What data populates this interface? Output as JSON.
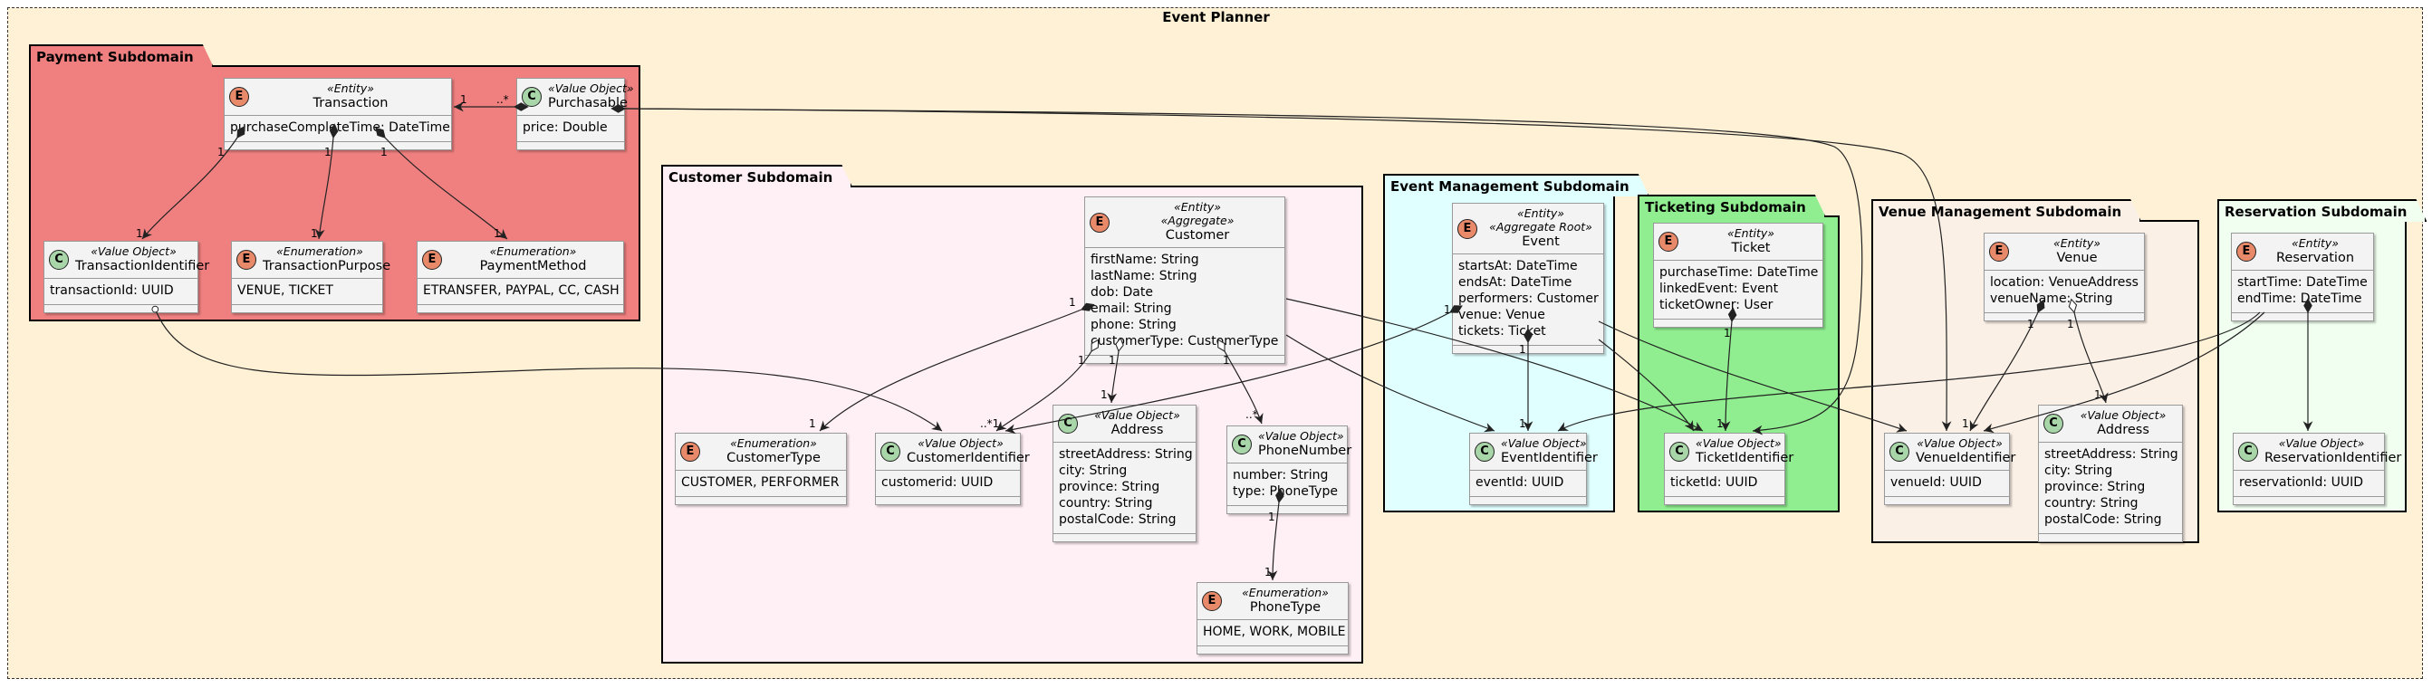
{
  "frame": {
    "title": "Event Planner"
  },
  "packages": {
    "payment": "Payment Subdomain",
    "customer": "Customer Subdomain",
    "event": "Event Management Subdomain",
    "ticketing": "Ticketing Subdomain",
    "venue": "Venue Management Subdomain",
    "reservation": "Reservation Subdomain"
  },
  "classes": {
    "transaction": {
      "badge": "E",
      "stereotypes": [
        "«Entity»"
      ],
      "name": "Transaction",
      "fields": [
        "purchaseCompleteTime: DateTime"
      ]
    },
    "purchasable": {
      "badge": "C",
      "stereotypes": [
        "«Value Object»"
      ],
      "name": "Purchasable",
      "fields": [
        "price: Double"
      ]
    },
    "transactionIdentifier": {
      "badge": "C",
      "stereotypes": [
        "«Value Object»"
      ],
      "name": "TransactionIdentifier",
      "fields": [
        "transactionId: UUID"
      ]
    },
    "transactionPurpose": {
      "badge": "E",
      "stereotypes": [
        "«Enumeration»"
      ],
      "name": "TransactionPurpose",
      "fields": [
        "VENUE, TICKET"
      ]
    },
    "paymentMethod": {
      "badge": "E",
      "stereotypes": [
        "«Enumeration»"
      ],
      "name": "PaymentMethod",
      "fields": [
        "ETRANSFER, PAYPAL, CC, CASH"
      ]
    },
    "customer": {
      "badge": "E",
      "stereotypes": [
        "«Entity»",
        "«Aggregate»"
      ],
      "name": "Customer",
      "fields": [
        "firstName: String",
        "lastName: String",
        "dob: Date",
        "email: String",
        "phone: String",
        "customerType: CustomerType"
      ]
    },
    "customerType": {
      "badge": "E",
      "stereotypes": [
        "«Enumeration»"
      ],
      "name": "CustomerType",
      "fields": [
        "CUSTOMER, PERFORMER"
      ]
    },
    "customerIdentifier": {
      "badge": "C",
      "stereotypes": [
        "«Value Object»"
      ],
      "name": "CustomerIdentifier",
      "fields": [
        "customerid: UUID"
      ]
    },
    "customerAddress": {
      "badge": "C",
      "stereotypes": [
        "«Value Object»"
      ],
      "name": "Address",
      "fields": [
        "streetAddress: String",
        "city: String",
        "province: String",
        "country: String",
        "postalCode: String"
      ]
    },
    "phoneNumber": {
      "badge": "C",
      "stereotypes": [
        "«Value Object»"
      ],
      "name": "PhoneNumber",
      "fields": [
        "number: String",
        "type: PhoneType"
      ]
    },
    "phoneType": {
      "badge": "E",
      "stereotypes": [
        "«Enumeration»"
      ],
      "name": "PhoneType",
      "fields": [
        "HOME, WORK, MOBILE"
      ]
    },
    "event": {
      "badge": "E",
      "stereotypes": [
        "«Entity»",
        "«Aggregate Root»"
      ],
      "name": "Event",
      "fields": [
        "startsAt: DateTime",
        "endsAt: DateTime",
        "performers: Customer",
        "venue: Venue",
        "tickets: Ticket"
      ]
    },
    "eventIdentifier": {
      "badge": "C",
      "stereotypes": [
        "«Value Object»"
      ],
      "name": "EventIdentifier",
      "fields": [
        "eventId: UUID"
      ]
    },
    "ticket": {
      "badge": "E",
      "stereotypes": [
        "«Entity»"
      ],
      "name": "Ticket",
      "fields": [
        "purchaseTime: DateTime",
        "linkedEvent: Event",
        "ticketOwner: User"
      ]
    },
    "ticketIdentifier": {
      "badge": "C",
      "stereotypes": [
        "«Value Object»"
      ],
      "name": "TicketIdentifier",
      "fields": [
        "ticketId: UUID"
      ]
    },
    "venue": {
      "badge": "E",
      "stereotypes": [
        "«Entity»"
      ],
      "name": "Venue",
      "fields": [
        "location: VenueAddress",
        "venueName: String"
      ]
    },
    "venueIdentifier": {
      "badge": "C",
      "stereotypes": [
        "«Value Object»"
      ],
      "name": "VenueIdentifier",
      "fields": [
        "venueId: UUID"
      ]
    },
    "venueAddress": {
      "badge": "C",
      "stereotypes": [
        "«Value Object»"
      ],
      "name": "Address",
      "fields": [
        "streetAddress: String",
        "city: String",
        "province: String",
        "country: String",
        "postalCode: String"
      ]
    },
    "reservation": {
      "badge": "E",
      "stereotypes": [
        "«Entity»"
      ],
      "name": "Reservation",
      "fields": [
        "startTime: DateTime",
        "endTime: DateTime"
      ]
    },
    "reservationIdentifier": {
      "badge": "C",
      "stereotypes": [
        "«Value Object»"
      ],
      "name": "ReservationIdentifier",
      "fields": [
        "reservationId: UUID"
      ]
    }
  },
  "multiplicities": {
    "one": "1",
    "many": "..*",
    "manyOne": "..*1",
    "oneMany": "1..*"
  }
}
